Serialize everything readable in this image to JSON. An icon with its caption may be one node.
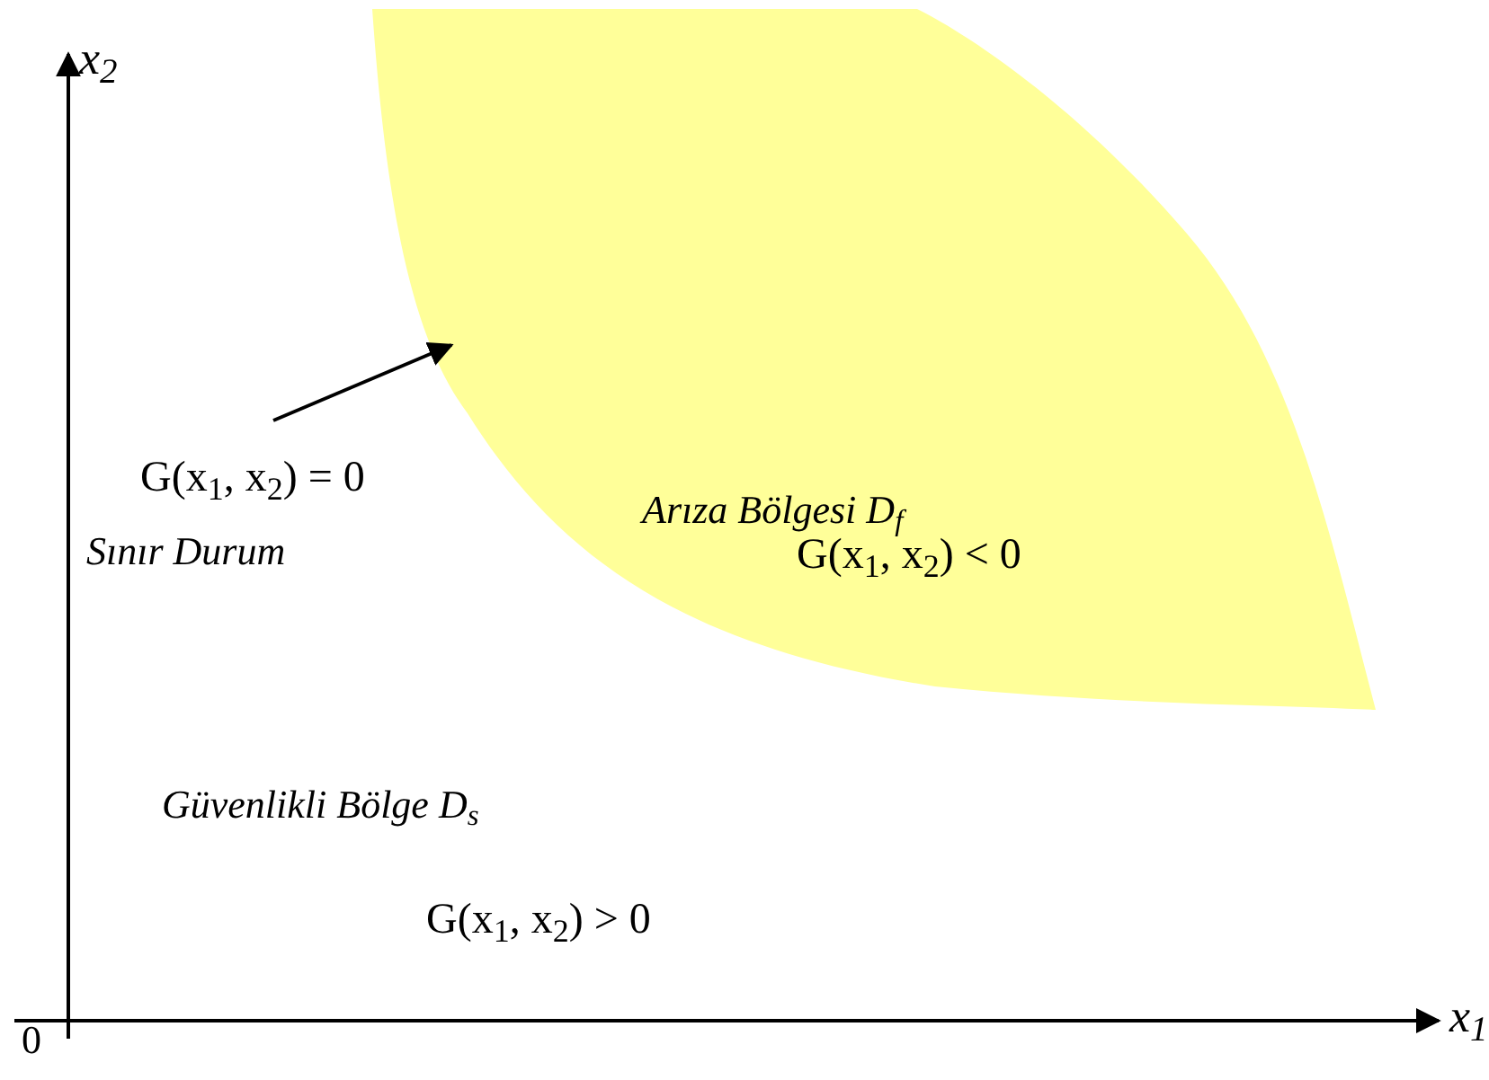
{
  "diagram": {
    "nodes": [
      {
        "text": [
          "Arıza Bölgesi D$_{f}$",
          "G(x$_{1}$, x$_{2}$) < 0"
        ]
      },
      {
        "text": [
          "G(x$_{1}$, x$_{2}$) = 0",
          "Sınır Durum"
        ]
      }
    ],
    "edges": [
      {
        "from": 1,
        "to": 0,
        "arrow": "to"
      }
    ],
    "labels": [
      "x$_{2}$",
      "x$_{1}$",
      "0",
      "Güvenlikli Bölge D$_{s}$",
      "G(x$_{1}$, x$_{2}$) > 0"
    ]
  }
}
